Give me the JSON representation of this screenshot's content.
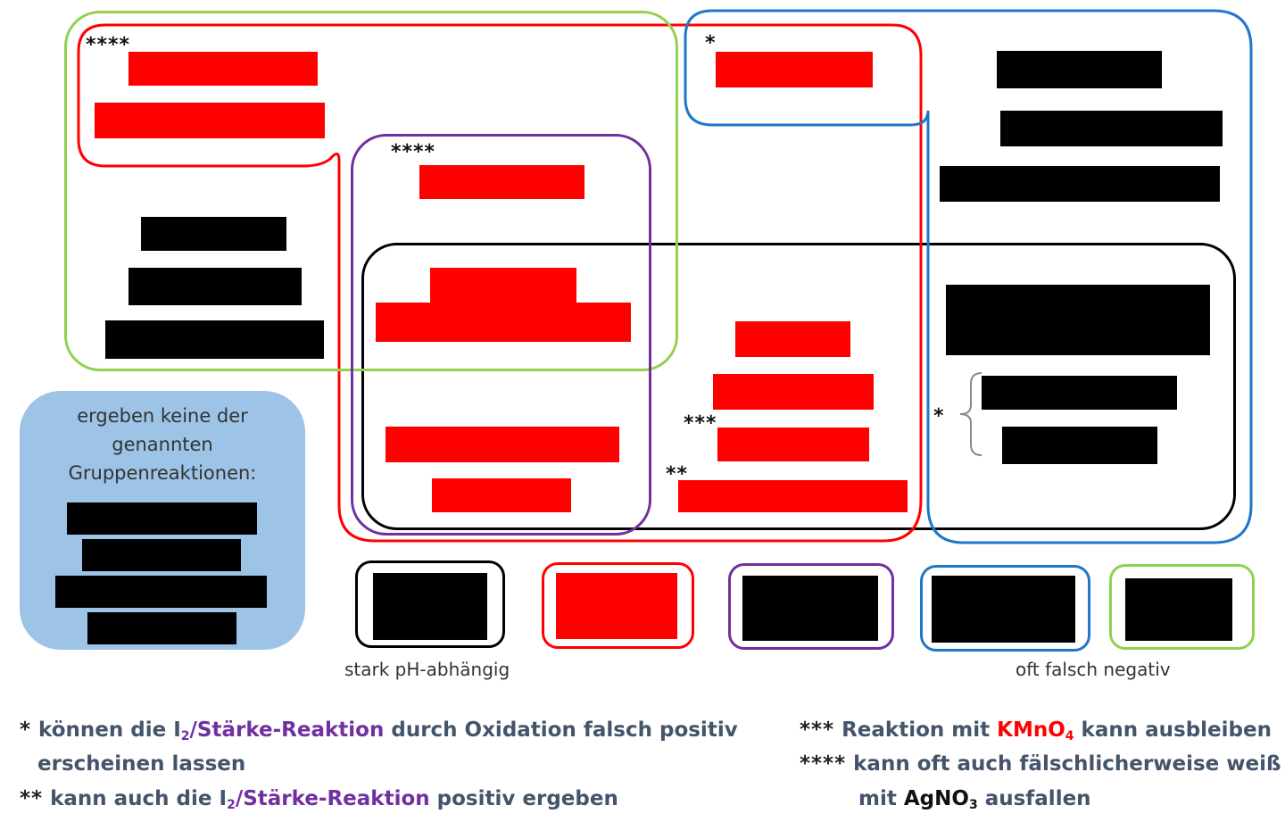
{
  "diagram": {
    "markers": {
      "four": "****",
      "three": "***",
      "two": "**",
      "one": "*"
    },
    "no_reaction_panel": {
      "text": "ergeben keine der genannten Gruppenreaktionen:"
    },
    "legend": {
      "caption_black": "stark pH-abhängig",
      "caption_green": "oft falsch negativ"
    },
    "colors": {
      "black": "#000000",
      "red": "#ff0000",
      "purple": "#7030a0",
      "blue": "#1f77c9",
      "green": "#92d050",
      "panel": "#9dc3e6"
    }
  },
  "footnotes": {
    "fn1": {
      "mark": "*",
      "pre": " können die I",
      "sub": "2",
      "highlight": "/Stärke-Reaktion",
      "post": " durch Oxidation falsch positiv",
      "line2": "erscheinen lassen"
    },
    "fn2": {
      "mark": "**",
      "pre": " kann auch die I",
      "sub": "2",
      "highlight": "/Stärke-Reaktion",
      "post": " positiv ergeben"
    },
    "fn3": {
      "mark": "***",
      "pre": " Reaktion mit ",
      "reagent": "KMnO",
      "sub": "4",
      "post": " kann ausbleiben"
    },
    "fn4": {
      "mark": "****",
      "pre": " kann oft auch fälschlicherweise weiß",
      "line2_pre": "mit ",
      "reagent": "AgNO",
      "sub": "3",
      "line2_post": " ausfallen"
    }
  }
}
